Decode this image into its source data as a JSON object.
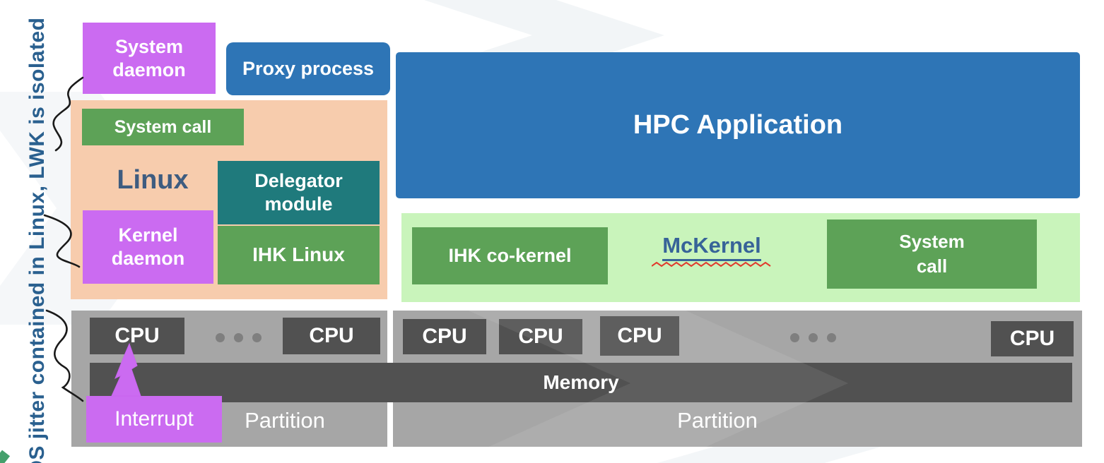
{
  "annotation": {
    "text": "OS jitter contained in Linux, LWK is isolated",
    "color": "#2a608f"
  },
  "linux_cluster": {
    "system_daemon": {
      "line1": "System",
      "line2": "daemon"
    },
    "proxy_process": "Proxy process",
    "label": "Linux",
    "system_call": "System call",
    "delegator": {
      "line1": "Delegator",
      "line2": "module"
    },
    "kernel_daemon": {
      "line1": "Kernel",
      "line2": "daemon"
    },
    "ihk_linux": "IHK Linux"
  },
  "mckernel_cluster": {
    "hpc_application": "HPC Application",
    "ihk_cokernel": "IHK co-kernel",
    "label": "McKernel",
    "system_call": {
      "line1": "System",
      "line2": "call"
    }
  },
  "hardware": {
    "cpu": "CPU",
    "memory": "Memory",
    "interrupt": "Interrupt",
    "partition_left": "Partition",
    "partition_right": "Partition"
  },
  "colors": {
    "purple": "#cb6bf1",
    "blue": "#2e75b6",
    "peach": "#f7ccad",
    "green": "#5da257",
    "teal": "#1f7a7c",
    "light_green": "#c9f4bb",
    "partition_gray": "#a6a6a6",
    "dark_gray": "#515151",
    "annotation_blue": "#2a608f",
    "linux_label_blue": "#3e5c80",
    "mckernel_blue": "#376398",
    "spellcheck_red": "#e23a2e",
    "squiggle_black": "#1a1a1a"
  }
}
